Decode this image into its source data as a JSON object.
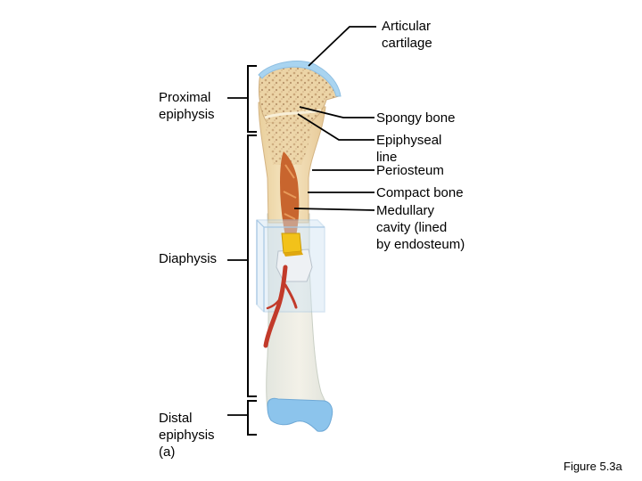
{
  "labels": {
    "articular_cartilage": [
      "Articular",
      "cartilage"
    ],
    "proximal_epiphysis": [
      "Proximal",
      "epiphysis"
    ],
    "diaphysis": [
      "Diaphysis"
    ],
    "distal_epiphysis": [
      "Distal",
      "epiphysis",
      "(a)"
    ],
    "spongy_bone": [
      "Spongy bone"
    ],
    "epiphyseal_line": [
      "Epiphyseal",
      "line"
    ],
    "periosteum": [
      "Periosteum"
    ],
    "compact_bone": [
      "Compact bone"
    ],
    "medullary_cavity": [
      "Medullary",
      "cavity (lined",
      "by endosteum)"
    ]
  },
  "figure_label": "Figure 5.3a",
  "colors": {
    "bone_shaft": "#f2ddb0",
    "bone_edge": "#d9b98a",
    "spongy": "#e8cfa0",
    "marrow": "#c8652e",
    "cartilage": "#a9d4f0",
    "distal_cap": "#8cc4ec",
    "periosteum_box": "#cfe3f3",
    "artery": "#c23a2a",
    "yellow_marrow": "#f2c21a",
    "leader": "#000000"
  }
}
